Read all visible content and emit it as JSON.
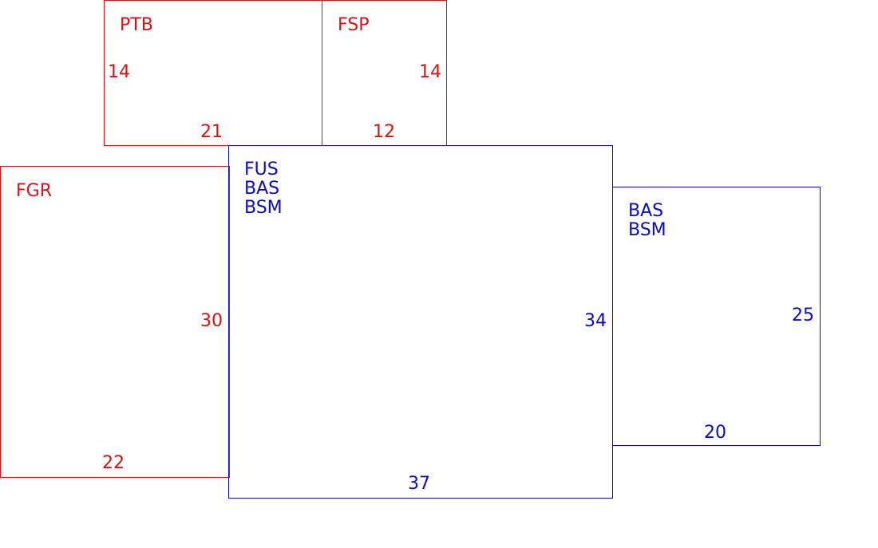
{
  "colors": {
    "red": "#e01010",
    "blue": "#0b0bd6"
  },
  "rooms": {
    "ptb": {
      "name": "PTB",
      "side_value": "14",
      "bottom_value": "21"
    },
    "fsp": {
      "name": "FSP",
      "side_value": "14",
      "bottom_value": "12"
    },
    "fgr": {
      "name": "FGR",
      "side_value": "30",
      "bottom_value": "22"
    },
    "center": {
      "names": [
        "FUS",
        "BAS",
        "BSM"
      ],
      "side_value": "34",
      "bottom_value": "37"
    },
    "right": {
      "names": [
        "BAS",
        "BSM"
      ],
      "side_value": "25",
      "bottom_value": "20"
    }
  }
}
